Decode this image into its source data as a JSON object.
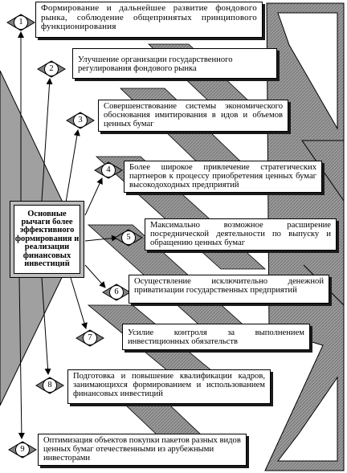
{
  "diagram": {
    "center_label": "Основные рычаги более эффективного формирования и реализации финансовых инвестиций",
    "levers": [
      {
        "number": "1",
        "text": "Формирование и дальнейшее развитие фондового рынка, соблюдение общепринятых принципового функционирования"
      },
      {
        "number": "2",
        "text": "Улучшение организации государственного регулирования фондового рынка"
      },
      {
        "number": "3",
        "text": "Совершенствование системы экономического обоснования имитирования в идов и объемов ценных бумаг"
      },
      {
        "number": "4",
        "text": "Более широкое привлечение стратегических партнеров к процессу приобретения ценных бумаг высокодоходных предприятий"
      },
      {
        "number": "5",
        "text": "Максимально возможное расширение посреднической деятельности по выпуску и обращению ценных бумаг"
      },
      {
        "number": "6",
        "text": "Осуществление исключительно денежной приватизации государственных предприятий"
      },
      {
        "number": "7",
        "text": "Усилие контроля за выполнением инвестиционных обязательств"
      },
      {
        "number": "8",
        "text": "Подготовка и повышение квалификации кадров, занимающихся формированием и использованием финансовых инвестиций"
      },
      {
        "number": "9",
        "text": "Оптимизация объектов покупки пакетов разных видов ценных бумаг отечественными из арубежными инвесторами"
      }
    ]
  }
}
